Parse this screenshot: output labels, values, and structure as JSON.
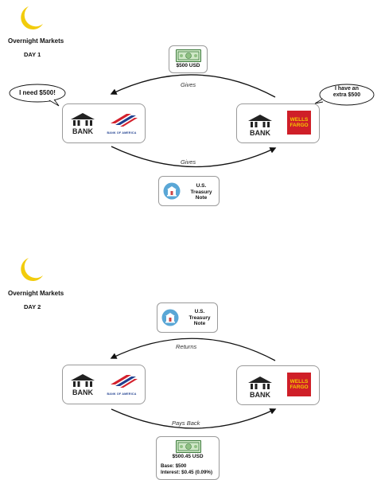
{
  "day1": {
    "title": "Overnight Markets",
    "day_label": "DAY 1",
    "speech_left": "I need $500!",
    "speech_right_line1": "I have an",
    "speech_right_line2": "extra $500",
    "top_item_caption": "$500 USD",
    "top_arrow_label": "Gives",
    "bottom_arrow_label": "Gives",
    "bottom_note_lines": [
      "U.S.",
      "Treasury",
      "Note"
    ]
  },
  "day2": {
    "title": "Overnight Markets",
    "day_label": "DAY 2",
    "top_note_lines": [
      "U.S.",
      "Treasury",
      "Note"
    ],
    "top_arrow_label": "Returns",
    "bottom_arrow_label": "Pays Back",
    "bottom_item_caption": "$500.45 USD",
    "base_line": "Base: $500",
    "interest_line": "Interest: $0.45 (0.09%)"
  },
  "banks": {
    "generic_word": "BANK",
    "left_brand": "BANK OF AMERICA",
    "right_brand_line1": "WELLS",
    "right_brand_line2": "FARGO"
  },
  "colors": {
    "moon": "#f2cc0c",
    "boa_red": "#d4202c",
    "boa_blue": "#1f3f8f",
    "wf_red": "#cf1f28",
    "wf_yellow": "#f4c900",
    "bill_green": "#cfe8c7",
    "treasury_blue": "#5aa7d6"
  },
  "icons": [
    "moon-icon",
    "bank-building-icon",
    "bank-of-america-logo",
    "wells-fargo-logo",
    "dollar-bill-icon",
    "treasury-building-icon"
  ]
}
